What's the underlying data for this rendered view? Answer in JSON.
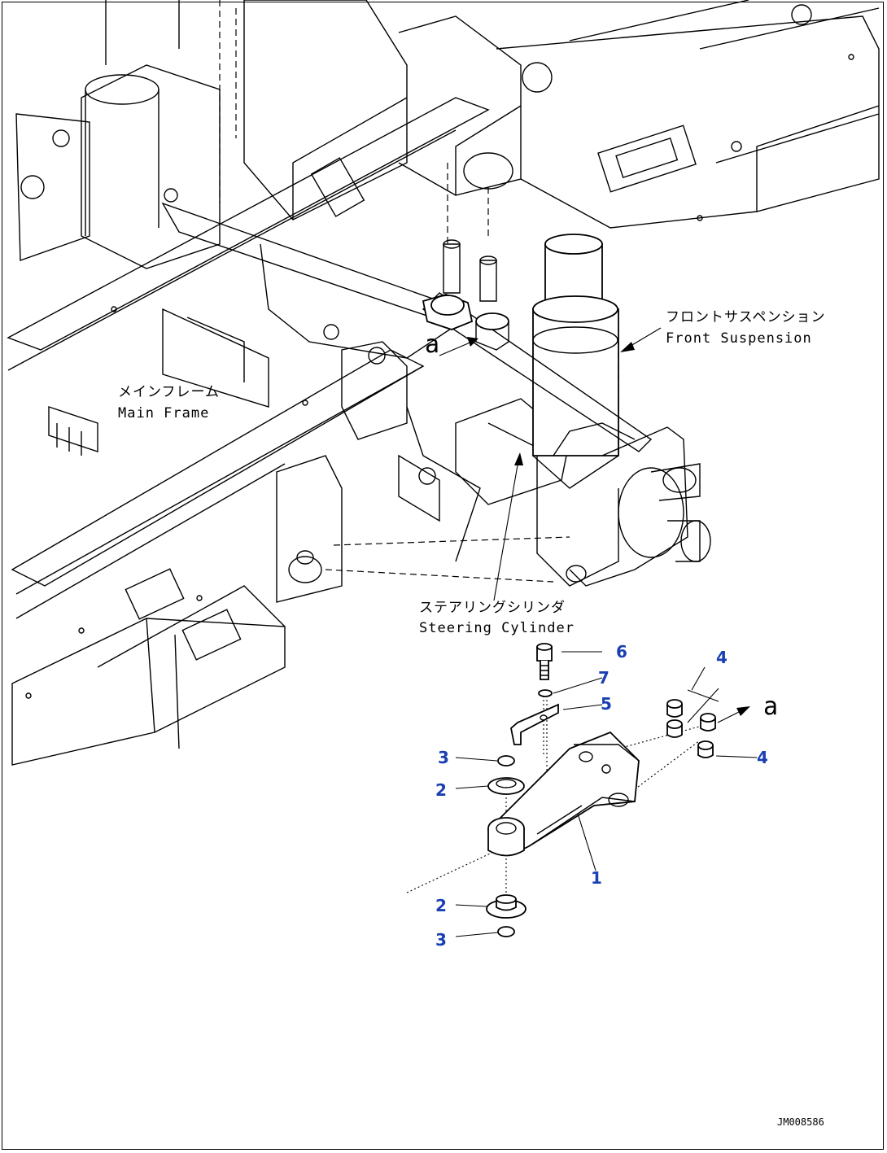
{
  "drawing": {
    "labels": {
      "front_suspension_jp": "フロントサスペンション",
      "front_suspension_en": "Front Suspension",
      "main_frame_jp": "メインフレーム",
      "main_frame_en": "Main Frame",
      "steering_cylinder_jp": "ステアリングシリンダ",
      "steering_cylinder_en": "Steering Cylinder"
    },
    "view_marks": {
      "upper": "a",
      "lower": "a"
    },
    "callouts": {
      "c1": "1",
      "c2_upper": "2",
      "c2_lower": "2",
      "c3_upper": "3",
      "c3_lower": "3",
      "c4_upper": "4",
      "c4_lower": "4",
      "c5": "5",
      "c6": "6",
      "c7": "7"
    },
    "drawing_code": "JM008586",
    "colors": {
      "callout": "#1a3fb3",
      "line": "#000000",
      "background": "#ffffff"
    }
  }
}
